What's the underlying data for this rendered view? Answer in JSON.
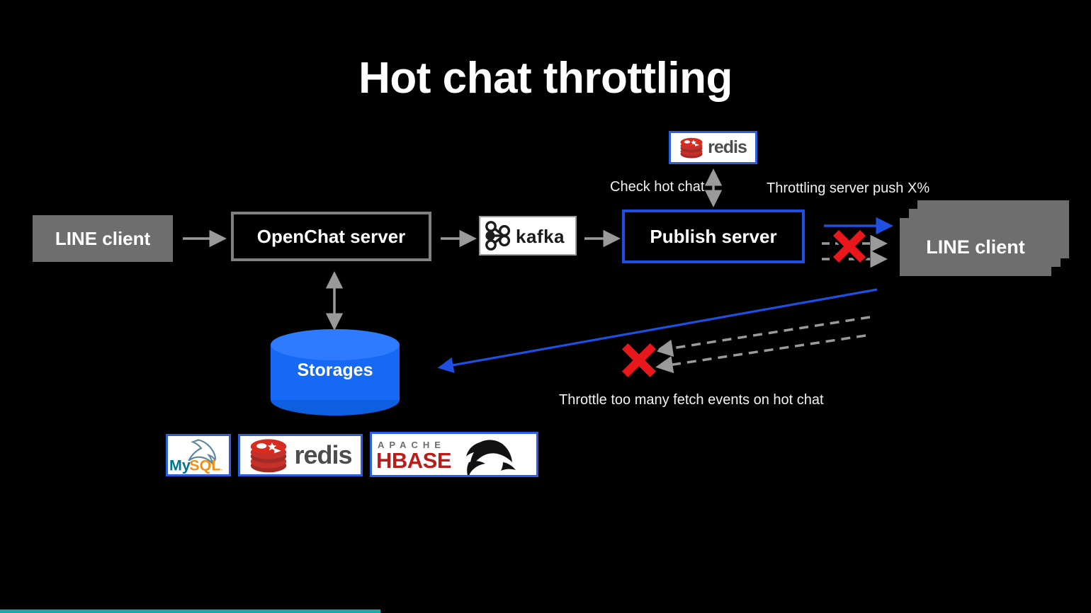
{
  "slide": {
    "title": "Hot chat throttling",
    "background_color": "#000000",
    "title_color": "#ffffff"
  },
  "nodes": {
    "line_client_left": {
      "label": "LINE client",
      "fill": "#6e6e6e"
    },
    "openchat_server": {
      "label": "OpenChat server",
      "border": "#808080"
    },
    "kafka": {
      "label": "kafka",
      "icon": "kafka-logo"
    },
    "publish_server": {
      "label": "Publish server",
      "border": "#1f4fe0"
    },
    "line_client_right": {
      "label": "LINE client",
      "fill": "#6e6e6e"
    },
    "storages": {
      "label": "Storages",
      "fill": "#1569f5"
    }
  },
  "annotations": {
    "check_hot_chat": "Check hot chat",
    "throttling_server_push": "Throttling server push X%",
    "throttle_fetch_events": "Throttle too many fetch events on hot chat"
  },
  "logos": {
    "redis_top": {
      "name": "redis",
      "word": "redis"
    },
    "storage_logos": [
      {
        "name": "mysql-logo",
        "word_primary": "My",
        "word_secondary": "SQL",
        "trademark": "."
      },
      {
        "name": "redis-logo",
        "word": "redis"
      },
      {
        "name": "hbase-logo",
        "word_top": "A P A C H E",
        "word_main": "HBASE"
      }
    ]
  },
  "markers": {
    "block_x_top": "red-x-block-marker",
    "block_x_bottom": "red-x-block-marker",
    "blue_arrow_push": "blue-allowed-arrow",
    "blue_arrow_fetch": "blue-allowed-arrow"
  },
  "colors": {
    "accent_blue": "#1f4fe0",
    "arrow_gray": "#9a9a9a",
    "block_red": "#e8171b",
    "storage_blue": "#1569f5",
    "progress_teal": "#1aa8a8"
  },
  "progress": {
    "percent": 35
  }
}
